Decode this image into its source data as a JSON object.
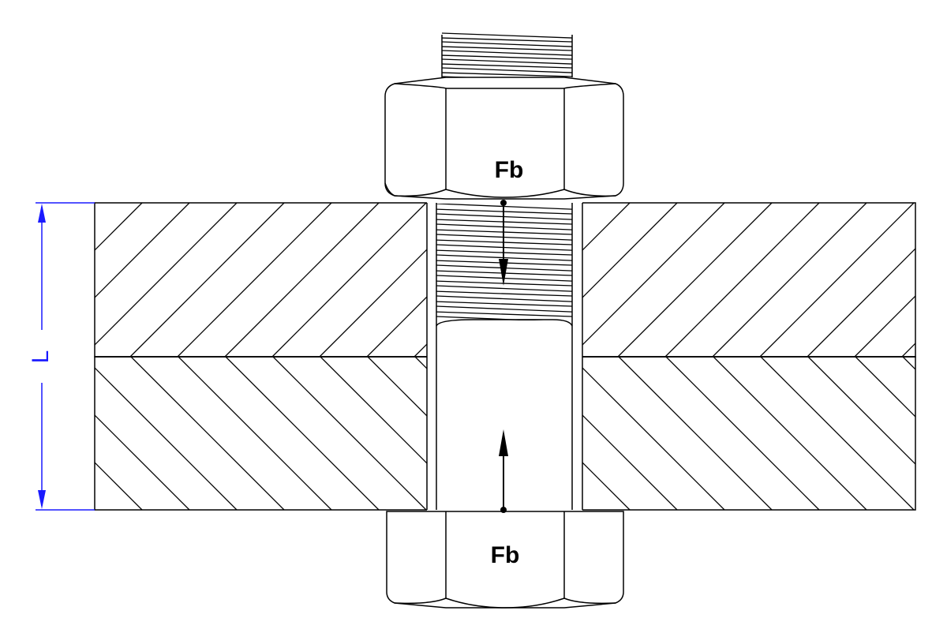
{
  "diagram": {
    "labels": {
      "force_top": "Fb",
      "force_bottom": "Fb",
      "dimension": "L"
    },
    "colors": {
      "line": "#000000",
      "dimension": "#1a1aff",
      "background": "#ffffff"
    }
  }
}
